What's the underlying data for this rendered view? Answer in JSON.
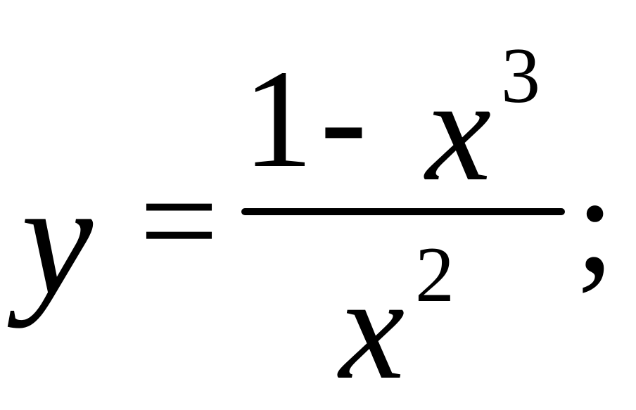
{
  "formula": {
    "lhs": "y",
    "equals": "=",
    "numerator": {
      "constant": "1",
      "operator": "-",
      "variable": "x",
      "exponent": "3"
    },
    "denominator": {
      "variable": "x",
      "exponent": "2"
    },
    "terminator": ";"
  }
}
